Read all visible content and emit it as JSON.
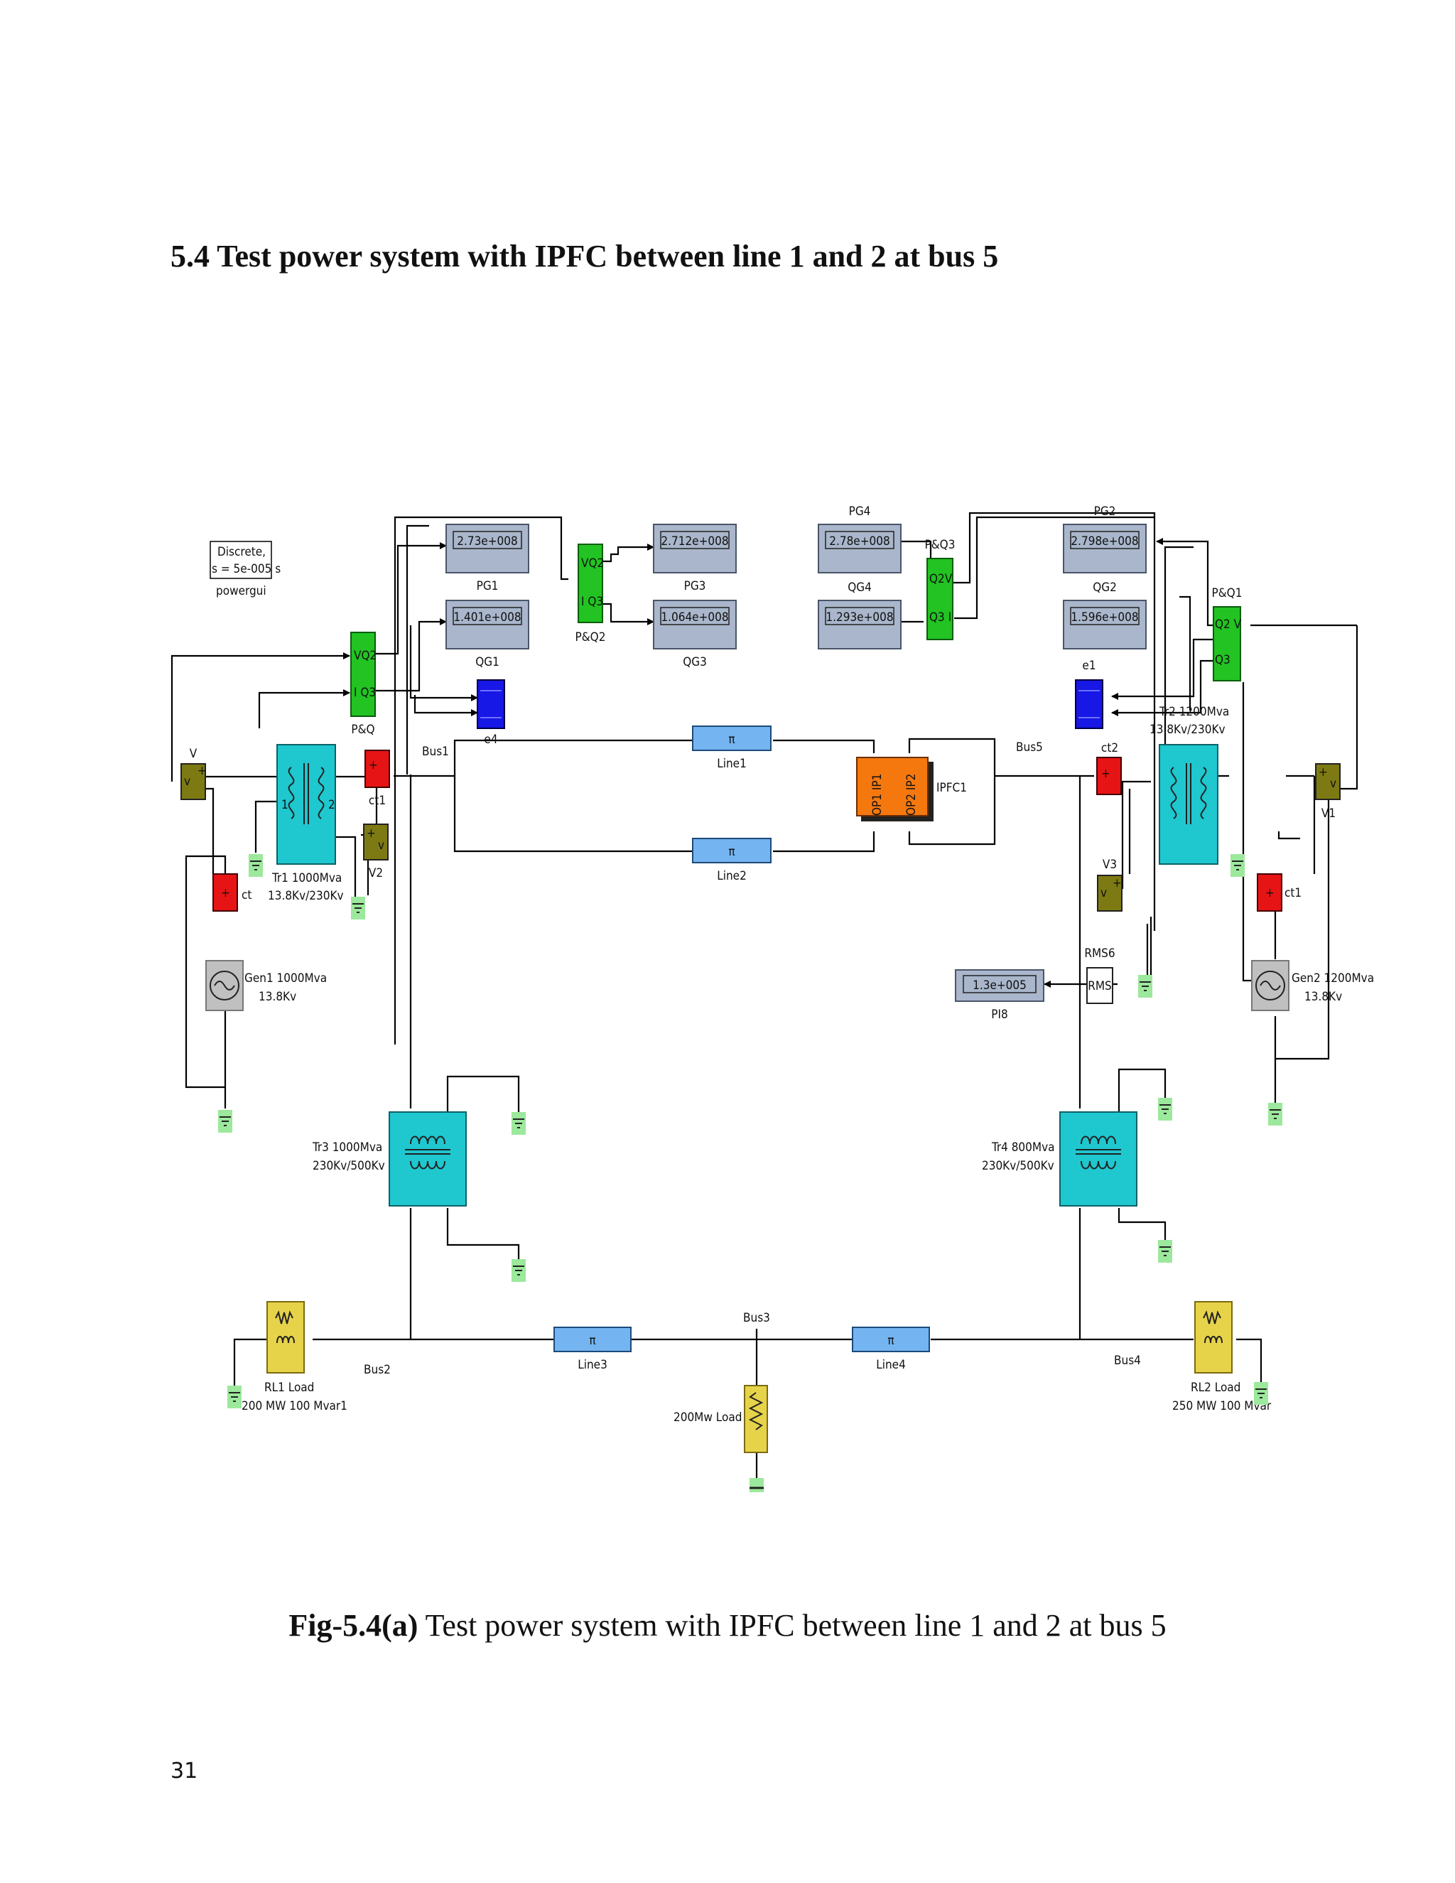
{
  "heading": "5.4 Test power system with IPFC between line 1 and 2 at bus 5",
  "caption": {
    "bold": "Fig-5.4(a)",
    "text": " Test power system with IPFC between line 1 and 2 at bus 5"
  },
  "page_number": "31",
  "powergui": {
    "line1": "Discrete,",
    "line2": "s = 5e-005 s",
    "label": "powergui"
  },
  "displays": {
    "pg1": {
      "value": "2.73e+008",
      "label": "PG1"
    },
    "qg1": {
      "value": "1.401e+008",
      "label": "QG1"
    },
    "pg3": {
      "value": "2.712e+008",
      "label": "PG3"
    },
    "qg3": {
      "value": "1.064e+008",
      "label": "QG3"
    },
    "pg4": {
      "value": "2.78e+008",
      "label": "PG4"
    },
    "qg4": {
      "value": "1.293e+008",
      "label": "QG4"
    },
    "pg2": {
      "value": "2.798e+008",
      "label": "PG2"
    },
    "qg2": {
      "value": "1.596e+008",
      "label": "QG2"
    },
    "pi8": {
      "value": "1.3e+005",
      "label": "PI8"
    }
  },
  "blocks": {
    "pq": {
      "label": "P&Q",
      "port1": "VQ2",
      "port2": "I Q3"
    },
    "pq2": {
      "label": "P&Q2",
      "port1": "VQ2",
      "port2": "I Q3"
    },
    "pq3": {
      "label": "P&Q3",
      "port1": "Q2V",
      "port2": "Q3 I"
    },
    "pq1": {
      "label": "P&Q1",
      "port1": "Q2 V",
      "port2": "Q3"
    },
    "e4": "e4",
    "e1": "e1",
    "v": "V",
    "v1": "V1",
    "v2": "V2",
    "v3": "V3",
    "ct": "ct",
    "ct1": "ct1",
    "ct2": "ct2",
    "ct1r": "ct1",
    "bus1": "Bus1",
    "bus2": "Bus2",
    "bus3": "Bus3",
    "bus4": "Bus4",
    "bus5": "Bus5",
    "line1": "Line1",
    "line2": "Line2",
    "line3": "Line3",
    "line4": "Line4",
    "pi": "π",
    "ipfc": "IPFC1",
    "ipfc_p1": "OP1 IP1",
    "ipfc_p2": "OP2 IP2",
    "rms6": "RMS6",
    "rms": "RMS",
    "tr1": {
      "line1": "Tr1 1000Mva",
      "line2": "13.8Kv/230Kv"
    },
    "tr2": {
      "line1": "Tr2 1200Mva",
      "line2": "13.8Kv/230Kv"
    },
    "tr3": {
      "line1": "Tr3 1000Mva",
      "line2": "230Kv/500Kv"
    },
    "tr4": {
      "line1": "Tr4 800Mva",
      "line2": "230Kv/500Kv"
    },
    "gen1": {
      "line1": "Gen1 1000Mva",
      "line2": "13.8Kv"
    },
    "gen2": {
      "line1": "Gen2 1200Mva",
      "line2": "13.8Kv"
    },
    "rl1": {
      "line1": "RL1 Load",
      "line2": "200 MW 100 Mvar1"
    },
    "rl2": {
      "line1": "RL2 Load",
      "line2": "250 MW 100 Mvar"
    },
    "load200": "200Mw Load"
  },
  "colors": {
    "display": "#a9b6cb",
    "green": "#22c322",
    "blue": "#1717e6",
    "red": "#e61414",
    "olive": "#7d7a14",
    "cyan": "#1fc7cf",
    "orange": "#f5780f",
    "yellow": "#e7d34a",
    "line": "#74b4f0",
    "ground": "#9ce89c"
  }
}
